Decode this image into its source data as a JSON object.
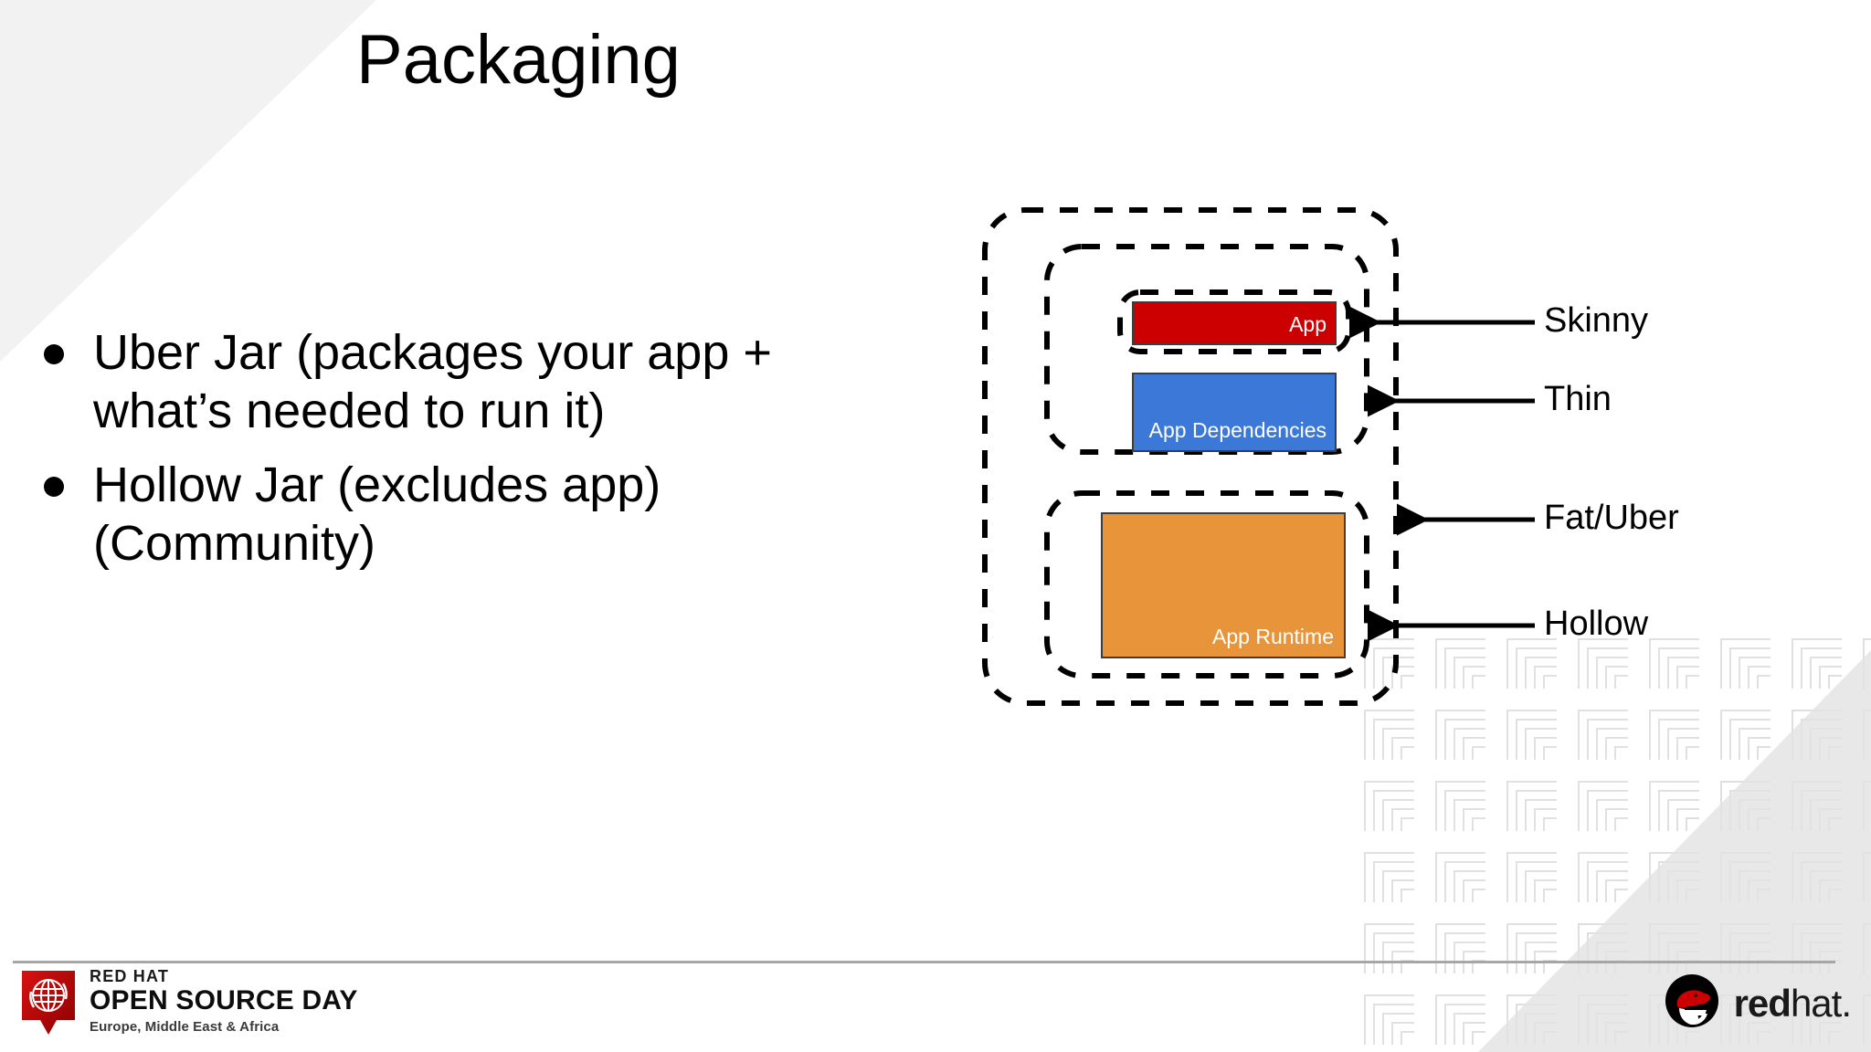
{
  "slide": {
    "title": "Packaging",
    "bullets": [
      "Uber Jar (packages your app + what’s needed to run it)",
      "Hollow Jar (excludes app) (Community)"
    ]
  },
  "diagram": {
    "boxes": [
      {
        "id": "app",
        "label": "App",
        "color": "#CC0000"
      },
      {
        "id": "app-dependencies",
        "label": "App Dependencies",
        "color": "#3C78D8"
      },
      {
        "id": "app-runtime",
        "label": "App Runtime",
        "color": "#E8943A"
      }
    ],
    "callouts": [
      {
        "id": "skinny",
        "label": "Skinny"
      },
      {
        "id": "thin",
        "label": "Thin"
      },
      {
        "id": "fat-uber",
        "label": "Fat/Uber"
      },
      {
        "id": "hollow",
        "label": "Hollow"
      }
    ],
    "stroke_color": "#000000"
  },
  "footer": {
    "event_line1": "RED HAT",
    "event_line2": "OPEN SOURCE DAY",
    "event_line3": "Europe, Middle East & Africa",
    "brand_bold": "red",
    "brand_light": "hat",
    "brand_dot": ".",
    "brand_color": "#CC0000"
  }
}
